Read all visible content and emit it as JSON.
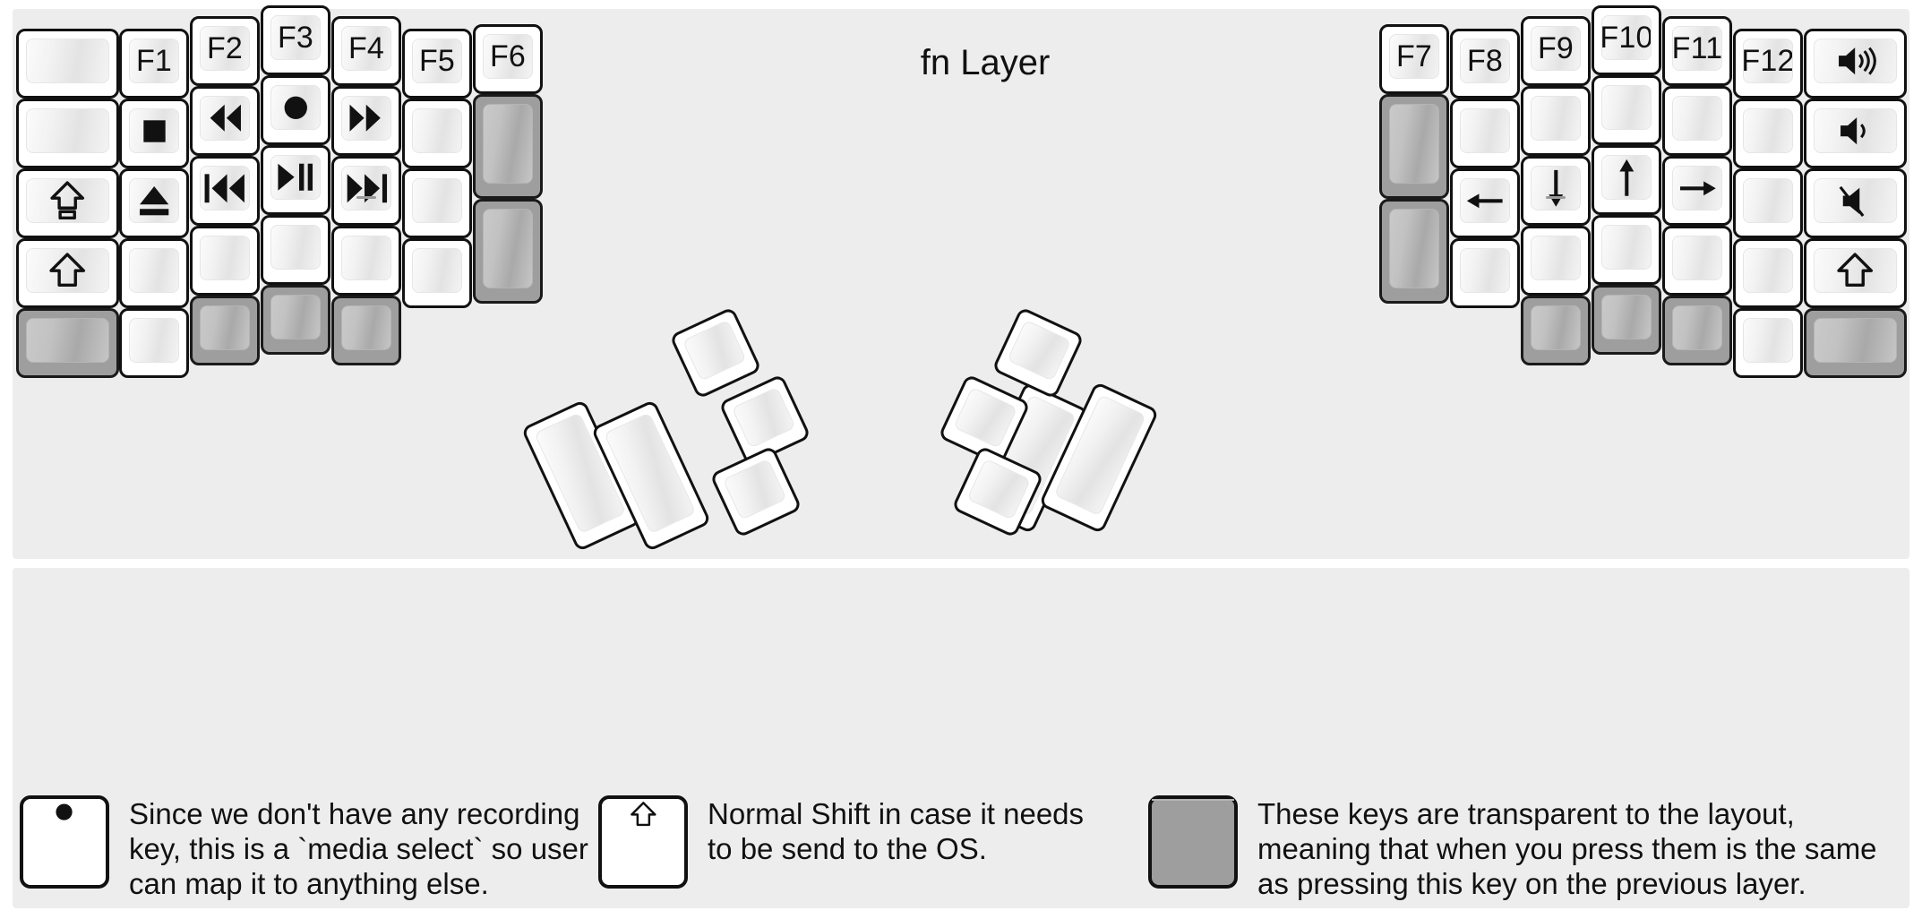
{
  "title": "fn Layer",
  "colors": {
    "page_background": "#ffffff",
    "panel_background": "#ededed",
    "key_face": "#ffffff",
    "key_outline": "#111111",
    "transparent_key": "#9e9e9e",
    "text": "#111111"
  },
  "keyboard": {
    "description": "Split ergonomic keyboard fn layer map",
    "left_half": {
      "columns": [
        {
          "name": "col-outer",
          "keys": [
            {
              "id": "L-c1-r1",
              "label": "",
              "icon": "",
              "state": "blank"
            },
            {
              "id": "L-c1-r2",
              "label": "",
              "icon": "",
              "state": "blank"
            },
            {
              "id": "L-c1-r3",
              "label": "",
              "icon": "caps-lock-icon",
              "state": "normal"
            },
            {
              "id": "L-c1-r4",
              "label": "",
              "icon": "shift-icon",
              "state": "normal"
            },
            {
              "id": "L-c1-r5",
              "label": "",
              "icon": "",
              "state": "transparent"
            }
          ]
        },
        {
          "name": "col-pinky",
          "keys": [
            {
              "id": "L-c2-r1",
              "label": "F1",
              "icon": "",
              "state": "normal"
            },
            {
              "id": "L-c2-r2",
              "label": "",
              "icon": "media-stop-icon",
              "state": "normal"
            },
            {
              "id": "L-c2-r3",
              "label": "",
              "icon": "media-eject-icon",
              "state": "normal"
            },
            {
              "id": "L-c2-r4",
              "label": "",
              "icon": "",
              "state": "blank"
            },
            {
              "id": "L-c2-r5",
              "label": "",
              "icon": "",
              "state": "blank"
            }
          ]
        },
        {
          "name": "col-ring",
          "keys": [
            {
              "id": "L-c3-r1",
              "label": "F2",
              "icon": "",
              "state": "normal"
            },
            {
              "id": "L-c3-r2",
              "label": "",
              "icon": "media-rewind-icon",
              "state": "normal"
            },
            {
              "id": "L-c3-r3",
              "label": "",
              "icon": "media-prev-track-icon",
              "state": "normal"
            },
            {
              "id": "L-c3-r4",
              "label": "",
              "icon": "",
              "state": "blank"
            },
            {
              "id": "L-c3-r5",
              "label": "",
              "icon": "",
              "state": "transparent"
            }
          ]
        },
        {
          "name": "col-middle",
          "keys": [
            {
              "id": "L-c4-r1",
              "label": "F3",
              "icon": "",
              "state": "normal"
            },
            {
              "id": "L-c4-r2",
              "label": "",
              "icon": "media-record-icon",
              "state": "normal"
            },
            {
              "id": "L-c4-r3",
              "label": "",
              "icon": "media-play-pause-icon",
              "state": "normal"
            },
            {
              "id": "L-c4-r4",
              "label": "",
              "icon": "",
              "state": "blank"
            },
            {
              "id": "L-c4-r5",
              "label": "",
              "icon": "",
              "state": "transparent"
            }
          ]
        },
        {
          "name": "col-index",
          "keys": [
            {
              "id": "L-c5-r1",
              "label": "F4",
              "icon": "",
              "state": "normal"
            },
            {
              "id": "L-c5-r2",
              "label": "",
              "icon": "media-fast-forward-icon",
              "state": "normal"
            },
            {
              "id": "L-c5-r3",
              "label": "",
              "icon": "media-next-track-icon",
              "state": "normal"
            },
            {
              "id": "L-c5-r4",
              "label": "",
              "icon": "",
              "state": "blank"
            },
            {
              "id": "L-c5-r5",
              "label": "",
              "icon": "",
              "state": "transparent"
            }
          ]
        },
        {
          "name": "col-index-inner",
          "keys": [
            {
              "id": "L-c6-r1",
              "label": "F5",
              "icon": "",
              "state": "normal"
            },
            {
              "id": "L-c6-r2",
              "label": "",
              "icon": "",
              "state": "blank"
            },
            {
              "id": "L-c6-r3",
              "label": "",
              "icon": "",
              "state": "blank"
            },
            {
              "id": "L-c6-r4",
              "label": "",
              "icon": "",
              "state": "blank"
            }
          ]
        },
        {
          "name": "col-inner",
          "keys": [
            {
              "id": "L-c7-r1",
              "label": "F6",
              "icon": "",
              "state": "normal"
            },
            {
              "id": "L-c7-r2",
              "label": "",
              "icon": "",
              "state": "transparent"
            },
            {
              "id": "L-c7-r3",
              "label": "",
              "icon": "",
              "state": "transparent"
            }
          ]
        }
      ],
      "thumb_cluster": [
        {
          "id": "L-t1",
          "label": "",
          "icon": "",
          "state": "blank",
          "size": "2u"
        },
        {
          "id": "L-t2",
          "label": "",
          "icon": "",
          "state": "blank",
          "size": "2u"
        },
        {
          "id": "L-t3",
          "label": "",
          "icon": "",
          "state": "blank",
          "size": "1u"
        },
        {
          "id": "L-t4",
          "label": "",
          "icon": "",
          "state": "blank",
          "size": "1u"
        },
        {
          "id": "L-t5",
          "label": "",
          "icon": "",
          "state": "blank",
          "size": "1u"
        }
      ]
    },
    "right_half": {
      "columns": [
        {
          "name": "col-inner",
          "keys": [
            {
              "id": "R-c1-r1",
              "label": "F7",
              "icon": "",
              "state": "normal"
            },
            {
              "id": "R-c1-r2",
              "label": "",
              "icon": "",
              "state": "transparent"
            },
            {
              "id": "R-c1-r3",
              "label": "",
              "icon": "",
              "state": "transparent"
            }
          ]
        },
        {
          "name": "col-index-inner",
          "keys": [
            {
              "id": "R-c2-r1",
              "label": "F8",
              "icon": "",
              "state": "normal"
            },
            {
              "id": "R-c2-r2",
              "label": "",
              "icon": "",
              "state": "blank"
            },
            {
              "id": "R-c2-r3",
              "label": "",
              "icon": "arrow-left-icon",
              "state": "normal"
            },
            {
              "id": "R-c2-r4",
              "label": "",
              "icon": "",
              "state": "blank"
            }
          ]
        },
        {
          "name": "col-index",
          "keys": [
            {
              "id": "R-c3-r1",
              "label": "F9",
              "icon": "",
              "state": "normal"
            },
            {
              "id": "R-c3-r2",
              "label": "",
              "icon": "",
              "state": "blank"
            },
            {
              "id": "R-c3-r3",
              "label": "",
              "icon": "arrow-down-icon",
              "state": "normal"
            },
            {
              "id": "R-c3-r4",
              "label": "",
              "icon": "",
              "state": "blank"
            },
            {
              "id": "R-c3-r5",
              "label": "",
              "icon": "",
              "state": "transparent"
            }
          ]
        },
        {
          "name": "col-middle",
          "keys": [
            {
              "id": "R-c4-r1",
              "label": "F10",
              "icon": "",
              "state": "normal"
            },
            {
              "id": "R-c4-r2",
              "label": "",
              "icon": "",
              "state": "blank"
            },
            {
              "id": "R-c4-r3",
              "label": "",
              "icon": "arrow-up-icon",
              "state": "normal"
            },
            {
              "id": "R-c4-r4",
              "label": "",
              "icon": "",
              "state": "blank"
            },
            {
              "id": "R-c4-r5",
              "label": "",
              "icon": "",
              "state": "transparent"
            }
          ]
        },
        {
          "name": "col-ring",
          "keys": [
            {
              "id": "R-c5-r1",
              "label": "F11",
              "icon": "",
              "state": "normal"
            },
            {
              "id": "R-c5-r2",
              "label": "",
              "icon": "",
              "state": "blank"
            },
            {
              "id": "R-c5-r3",
              "label": "",
              "icon": "arrow-right-icon",
              "state": "normal"
            },
            {
              "id": "R-c5-r4",
              "label": "",
              "icon": "",
              "state": "blank"
            },
            {
              "id": "R-c5-r5",
              "label": "",
              "icon": "",
              "state": "transparent"
            }
          ]
        },
        {
          "name": "col-pinky",
          "keys": [
            {
              "id": "R-c6-r1",
              "label": "F12",
              "icon": "",
              "state": "normal"
            },
            {
              "id": "R-c6-r2",
              "label": "",
              "icon": "",
              "state": "blank"
            },
            {
              "id": "R-c6-r3",
              "label": "",
              "icon": "",
              "state": "blank"
            },
            {
              "id": "R-c6-r4",
              "label": "",
              "icon": "",
              "state": "blank"
            },
            {
              "id": "R-c6-r5",
              "label": "",
              "icon": "",
              "state": "blank"
            }
          ]
        },
        {
          "name": "col-outer",
          "keys": [
            {
              "id": "R-c7-r1",
              "label": "",
              "icon": "volume-up-icon",
              "state": "normal"
            },
            {
              "id": "R-c7-r2",
              "label": "",
              "icon": "volume-down-icon",
              "state": "normal"
            },
            {
              "id": "R-c7-r3",
              "label": "",
              "icon": "volume-mute-icon",
              "state": "normal"
            },
            {
              "id": "R-c7-r4",
              "label": "",
              "icon": "shift-icon",
              "state": "normal"
            },
            {
              "id": "R-c7-r5",
              "label": "",
              "icon": "",
              "state": "transparent"
            }
          ]
        }
      ],
      "thumb_cluster": [
        {
          "id": "R-t1",
          "label": "",
          "icon": "",
          "state": "blank",
          "size": "1u"
        },
        {
          "id": "R-t2",
          "label": "",
          "icon": "",
          "state": "blank",
          "size": "1u"
        },
        {
          "id": "R-t3",
          "label": "",
          "icon": "",
          "state": "blank",
          "size": "1u"
        },
        {
          "id": "R-t4",
          "label": "",
          "icon": "",
          "state": "blank",
          "size": "2u"
        },
        {
          "id": "R-t5",
          "label": "",
          "icon": "",
          "state": "blank",
          "size": "2u"
        }
      ]
    }
  },
  "legend": {
    "items": [
      {
        "key_icon": "media-record-icon",
        "key_state": "normal",
        "text": "Since we don't have any recording\nkey, this is a `media select` so user\ncan map it to anything else."
      },
      {
        "key_icon": "shift-icon",
        "key_state": "normal",
        "text": "Normal Shift in case it needs\nto be send to the OS."
      },
      {
        "key_icon": "",
        "key_state": "transparent",
        "text": "These keys are transparent to the layout,\nmeaning that when you press them is the same\nas pressing this key on the previous layer."
      }
    ]
  }
}
